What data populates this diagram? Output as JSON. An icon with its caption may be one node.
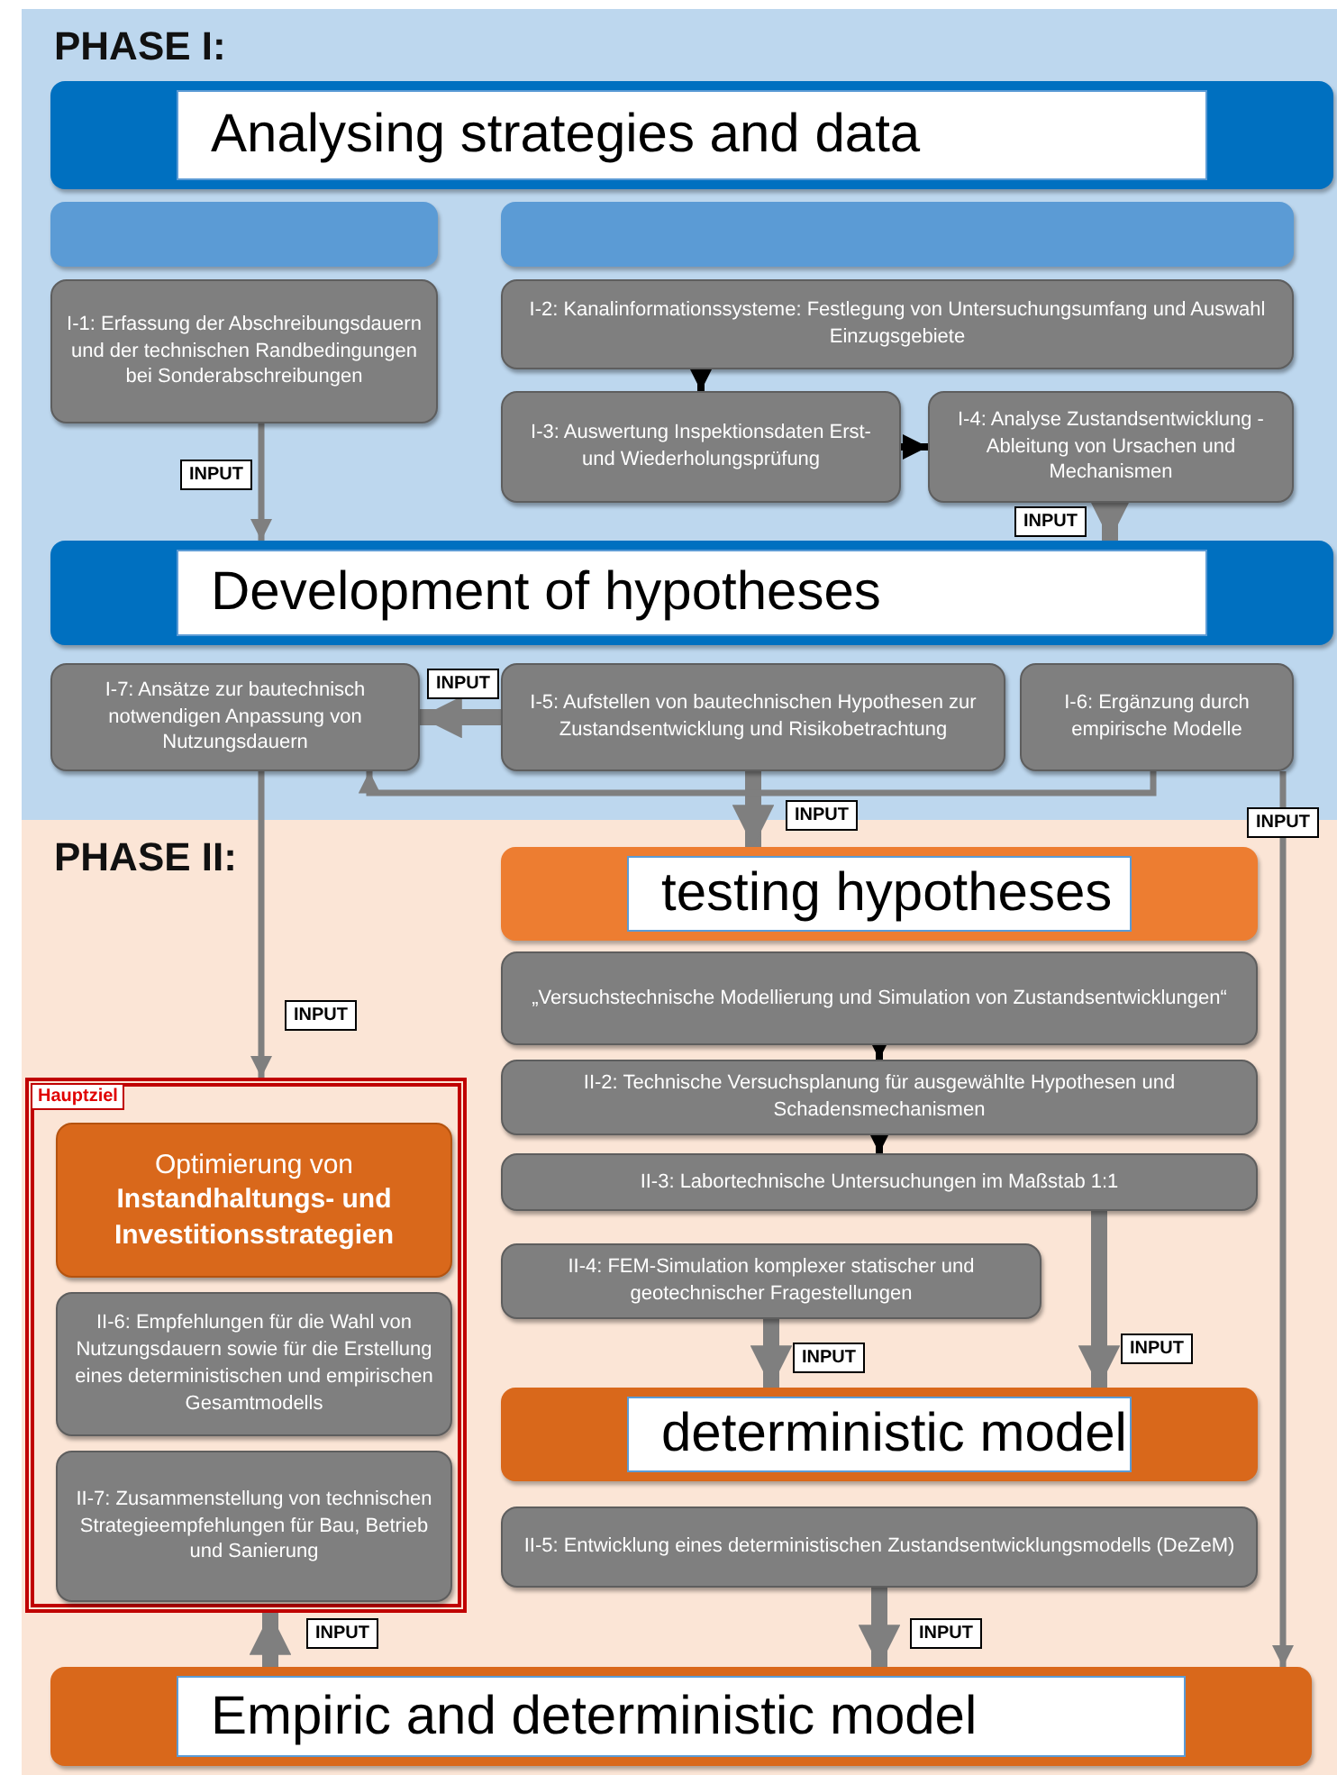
{
  "diagram": {
    "nodes": [
      {
        "text": [
          "PHASE I:"
        ]
      },
      {
        "text": [
          "Analysing strategies and data"
        ],
        "in": 0
      },
      {
        "text": [],
        "shape": "box",
        "in": 0
      },
      {
        "text": [],
        "shape": "box",
        "in": 0
      },
      {
        "text": [
          "I-1: Erfassung der Abschreibungsdauern und der technischen Randbedingungen bei Sonderabschreibungen"
        ],
        "in": 0
      },
      {
        "text": [
          "I-2: Kanalinformationssysteme: Festlegung von Untersuchungsumfang und Auswahl Einzugsgebiete"
        ],
        "in": 0
      },
      {
        "text": [
          "I-3: Auswertung Inspektionsdaten Erst- und Wiederholungsprüfung"
        ],
        "in": 0
      },
      {
        "text": [
          "I-4: Analyse Zustandsentwicklung - Ableitung von Ursachen und Mechanismen"
        ],
        "in": 0
      },
      {
        "text": [
          "Development of hypotheses"
        ],
        "in": 0
      },
      {
        "text": [
          "I-7: Ansätze zur bautechnisch notwendigen Anpassung von Nutzungsdauern"
        ],
        "in": 0
      },
      {
        "text": [
          "I-5: Aufstellen von bautechnischen Hypothesen zur Zustandsentwicklung und Risikobetrachtung"
        ],
        "in": 0
      },
      {
        "text": [
          "I-6: Ergänzung durch empirische Modelle"
        ],
        "in": 0
      },
      {
        "text": [
          "PHASE II:"
        ]
      },
      {
        "text": [
          "testing hypotheses"
        ],
        "in": 12
      },
      {
        "text": [
          "„Versuchstechnische Modellierung und Simulation von Zustandsentwicklungen“"
        ],
        "in": 12
      },
      {
        "text": [
          "II-2: Technische Versuchsplanung für ausgewählte Hypothesen und Schadensmechanismen"
        ],
        "in": 12
      },
      {
        "text": [
          "II-3: Labortechnische Untersuchungen im Maßstab 1:1"
        ],
        "in": 12
      },
      {
        "text": [
          "II-4: FEM-Simulation komplexer statischer und geotechnischer Fragestellungen"
        ],
        "in": 12
      },
      {
        "text": [
          "deterministic model"
        ],
        "in": 12
      },
      {
        "text": [
          "II-5: Entwicklung eines deterministischen Zustandsentwicklungsmodells (DeZeM)"
        ],
        "in": 12
      },
      {
        "text": [
          "Hauptziel"
        ],
        "in": 12
      },
      {
        "text": [
          "Optimierung von **Instandhaltungs- und Investitionsstrategien**"
        ],
        "in": 20
      },
      {
        "text": [
          "II-6: Empfehlungen für die Wahl von Nutzungsdauern sowie für die Erstellung eines deterministischen und empirischen Gesamtmodells"
        ],
        "in": 20
      },
      {
        "text": [
          "II-7: Zusammenstellung von technischen Strategieempfehlungen für Bau, Betrieb und Sanierung"
        ],
        "in": 20
      },
      {
        "text": [
          "Empiric and deterministic model"
        ],
        "in": 12
      }
    ],
    "edges": [
      {
        "from": 4,
        "to": 8,
        "arrow": "to",
        "label": "INPUT"
      },
      {
        "from": 5,
        "to": 6,
        "arrow": "to",
        "color": "#000000"
      },
      {
        "from": 6,
        "to": 7,
        "arrow": "to",
        "color": "#000000"
      },
      {
        "from": 7,
        "to": 8,
        "arrow": "to",
        "label": "INPUT",
        "style": "thick"
      },
      {
        "from": 10,
        "to": 9,
        "arrow": "to",
        "label": "INPUT",
        "style": "thick"
      },
      {
        "from": 10,
        "to": 13,
        "arrow": "to",
        "label": "INPUT",
        "style": "thick"
      },
      {
        "from": 11,
        "to": 9,
        "arrow": "to"
      },
      {
        "from": 9,
        "to": 20,
        "arrow": "to",
        "label": "INPUT"
      },
      {
        "from": 11,
        "to": 24,
        "arrow": "to",
        "label": "INPUT"
      },
      {
        "from": 14,
        "to": 15,
        "arrow": "to",
        "color": "#000000"
      },
      {
        "from": 15,
        "to": 16,
        "arrow": "to",
        "color": "#000000"
      },
      {
        "from": 16,
        "to": 18,
        "arrow": "to",
        "label": "INPUT",
        "style": "thick"
      },
      {
        "from": 17,
        "to": 18,
        "arrow": "to",
        "label": "INPUT",
        "style": "thick"
      },
      {
        "from": 19,
        "to": 24,
        "arrow": "to",
        "label": "INPUT",
        "style": "thick"
      },
      {
        "from": 24,
        "to": 20,
        "arrow": "to",
        "label": "INPUT",
        "style": "thick"
      }
    ]
  }
}
